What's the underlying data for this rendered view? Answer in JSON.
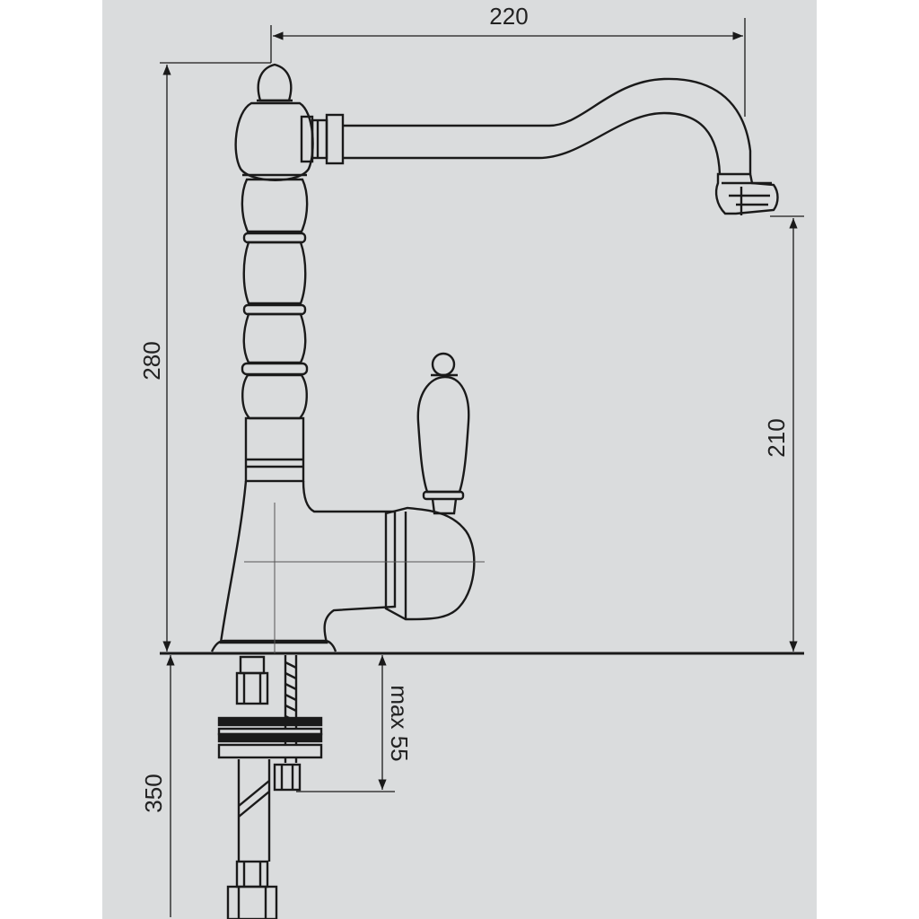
{
  "colors": {
    "panel_background": "#dadcdd",
    "margin_background": "#ffffff",
    "line_color": "#1a1a1a",
    "hatch_dark": "#1a1a1a"
  },
  "dimensions": {
    "width_top": "220",
    "height_total": "280",
    "height_spout": "210",
    "below_counter": "350",
    "max_thickness": "max 55"
  }
}
